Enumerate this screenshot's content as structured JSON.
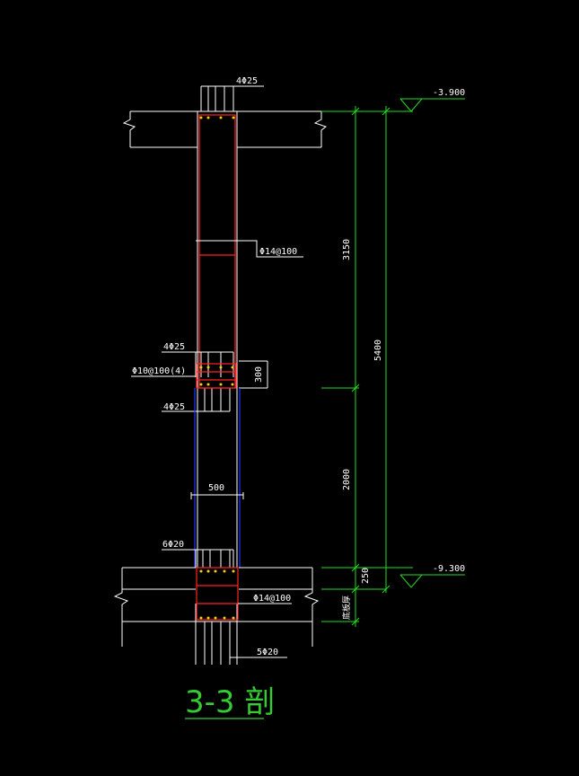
{
  "colors": {
    "background": "#000000",
    "outline": "#ffffff",
    "rebar": "#ff2222",
    "lower_column": "#2233ff",
    "dimension": "#22dd22"
  },
  "labels": {
    "top_rebar": "4Φ25",
    "stirrup_upper": "Φ14@100",
    "rebar_mid_upper": "4Φ25",
    "stirrup_mid": "Φ10@100(4)",
    "rebar_mid_lower": "4Φ25",
    "bottom_top_rebar": "6Φ20",
    "stirrup_lower": "Φ14@100",
    "bottom_rebar": "5Φ20",
    "slab_note": "底板厚"
  },
  "dimensions": {
    "elev_top": "-3.900",
    "elev_bottom": "-9.300",
    "dim_3150": "3150",
    "dim_2000": "2000",
    "dim_250": "250",
    "dim_5400": "5400",
    "dim_300": "300",
    "dim_500": "500"
  },
  "title": "3-3 剖"
}
